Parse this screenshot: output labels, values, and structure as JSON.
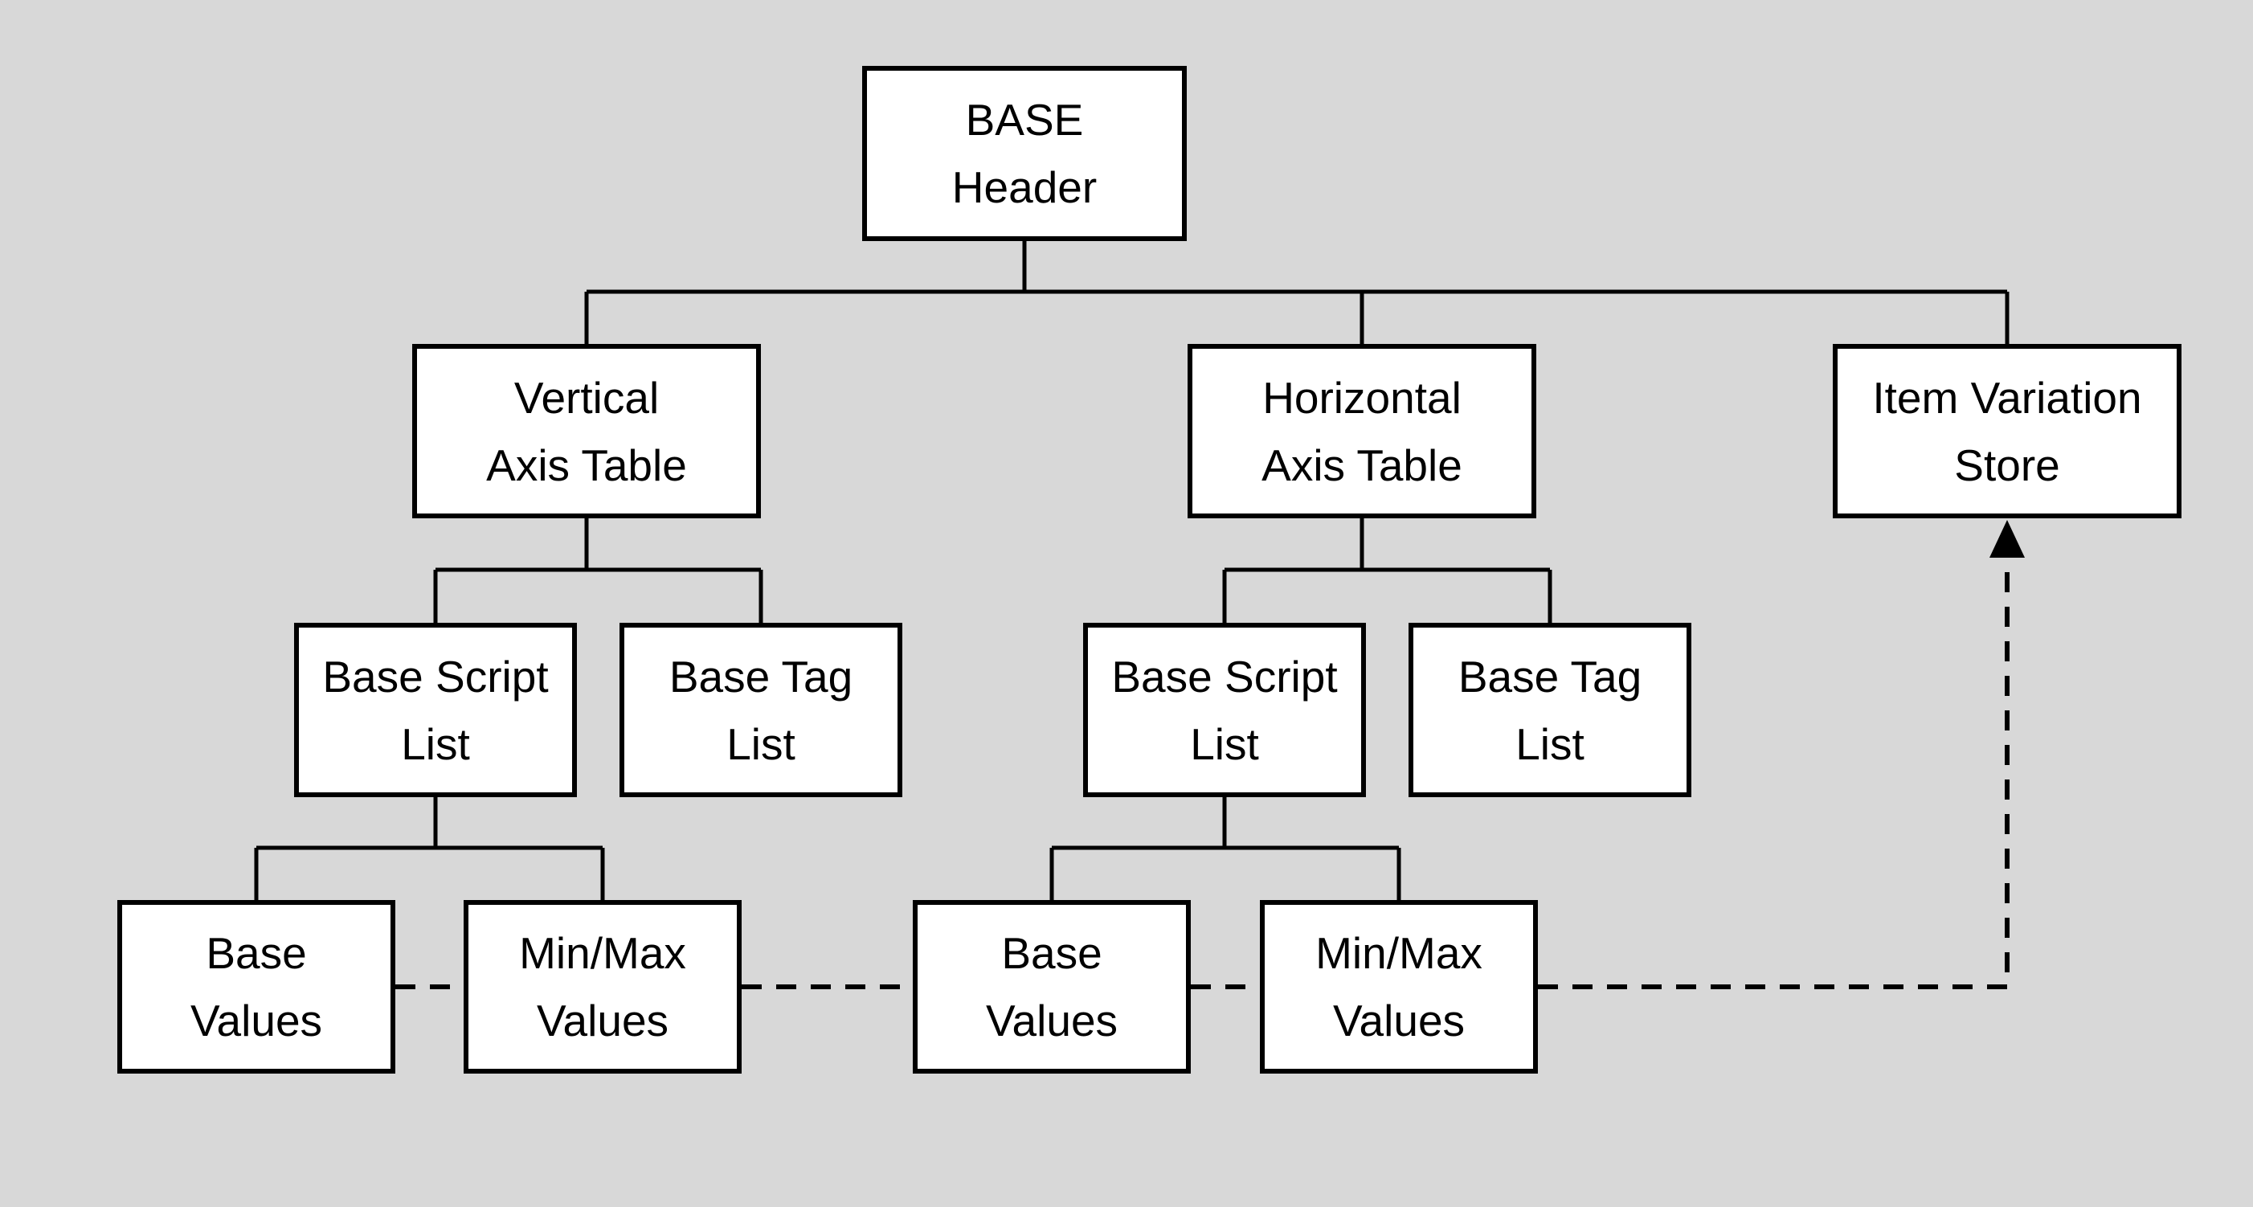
{
  "diagram": {
    "colors": {
      "background": "#d8d8d8",
      "box_fill": "#ffffff",
      "box_border": "#000000",
      "line": "#000000",
      "text": "#000000"
    },
    "nodes": [
      {
        "id": "base-header",
        "line1": "BASE",
        "line2": "Header"
      },
      {
        "id": "vertical-axis-table",
        "line1": "Vertical",
        "line2": "Axis Table"
      },
      {
        "id": "horizontal-axis-table",
        "line1": "Horizontal",
        "line2": "Axis Table"
      },
      {
        "id": "item-variation-store",
        "line1": "Item Variation",
        "line2": "Store"
      },
      {
        "id": "base-script-list-vertical",
        "line1": "Base Script",
        "line2": "List"
      },
      {
        "id": "base-tag-list-vertical",
        "line1": "Base Tag",
        "line2": "List"
      },
      {
        "id": "base-script-list-horizontal",
        "line1": "Base Script",
        "line2": "List"
      },
      {
        "id": "base-tag-list-horizontal",
        "line1": "Base Tag",
        "line2": "List"
      },
      {
        "id": "base-values-vertical",
        "line1": "Base",
        "line2": "Values"
      },
      {
        "id": "minmax-values-vertical",
        "line1": "Min/Max",
        "line2": "Values"
      },
      {
        "id": "base-values-horizontal",
        "line1": "Base",
        "line2": "Values"
      },
      {
        "id": "minmax-values-horizontal",
        "line1": "Min/Max",
        "line2": "Values"
      }
    ],
    "edges": {
      "solid": [
        [
          "base-header",
          "vertical-axis-table"
        ],
        [
          "base-header",
          "horizontal-axis-table"
        ],
        [
          "base-header",
          "item-variation-store"
        ],
        [
          "vertical-axis-table",
          "base-script-list-vertical"
        ],
        [
          "vertical-axis-table",
          "base-tag-list-vertical"
        ],
        [
          "horizontal-axis-table",
          "base-script-list-horizontal"
        ],
        [
          "horizontal-axis-table",
          "base-tag-list-horizontal"
        ],
        [
          "base-script-list-vertical",
          "base-values-vertical"
        ],
        [
          "base-script-list-vertical",
          "minmax-values-vertical"
        ],
        [
          "base-script-list-horizontal",
          "base-values-horizontal"
        ],
        [
          "base-script-list-horizontal",
          "minmax-values-horizontal"
        ]
      ],
      "dashed_chain": [
        "base-values-vertical",
        "minmax-values-vertical",
        "base-values-horizontal",
        "minmax-values-horizontal",
        "item-variation-store"
      ],
      "dashed_arrow_target": "item-variation-store"
    }
  }
}
